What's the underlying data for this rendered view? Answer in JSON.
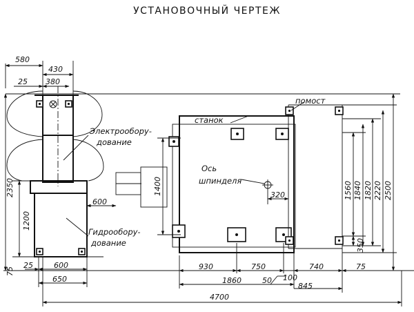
{
  "title": "УСТАНОВОЧНЫЙ ЧЕРТЕЖ",
  "labels": {
    "platform": "помост",
    "machine": "станок",
    "electro_1": "Электрообору-",
    "electro_2": "дование",
    "hydro_1": "Гидрообору-",
    "hydro_2": "дование",
    "spindle_1": "Ось",
    "spindle_2": "шпинделя"
  },
  "dimensions": {
    "d580": "580",
    "d430": "430",
    "d25_top": "25",
    "d380": "380",
    "d2350": "2350",
    "d1200": "1200",
    "d75_left": "75",
    "d25_bottom": "25",
    "d600_bottom": "600",
    "d650": "650",
    "d600_mid": "600",
    "d1400": "1400",
    "d320": "320",
    "d930": "930",
    "d750": "750",
    "d740": "740",
    "d75_right": "75",
    "d1860": "1860",
    "d50": "50",
    "d100": "100",
    "d845": "845",
    "d4700": "4700",
    "d1560": "1560",
    "d1840": "1840",
    "d1820": "1820",
    "d2220": "2220",
    "d2500": "2500",
    "d350": "350"
  }
}
